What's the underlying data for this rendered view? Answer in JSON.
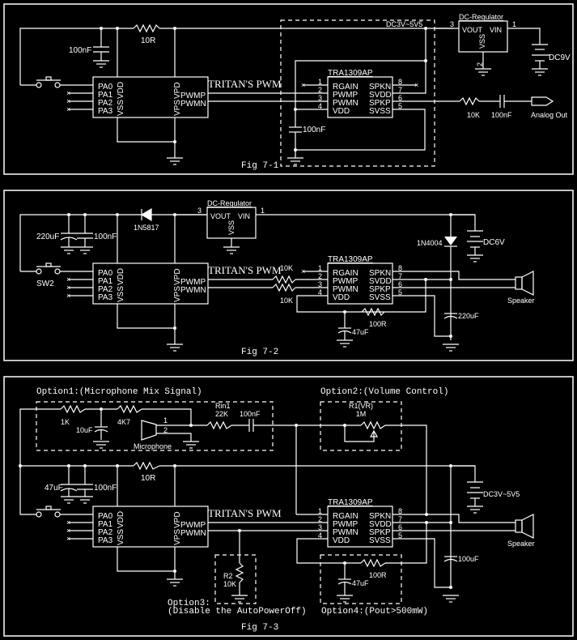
{
  "figures": [
    {
      "caption": "Fig 7-1",
      "pwm_chip": {
        "title": "TRITAN'S PWM",
        "left_pins": [
          "PA0",
          "PA1",
          "PA2",
          "PA3"
        ],
        "vert_left": [
          "VDD",
          "VSS"
        ],
        "vert_right": [
          "VPD",
          "VPS"
        ],
        "right_pins": [
          "PWMP",
          "PWMN"
        ]
      },
      "amp_chip": {
        "title": "TRA1309AP",
        "left_pins": [
          "RGAIN",
          "PWMP",
          "PWMN",
          "VDD"
        ],
        "right_pins": [
          "SPKN",
          "SVDD",
          "SPKP",
          "SVSS"
        ],
        "left_nums": [
          "1",
          "2",
          "3",
          "4"
        ],
        "right_nums": [
          "8",
          "7",
          "6",
          "5"
        ]
      },
      "regulator": {
        "title": "DC-Regulator",
        "vout": "VOUT",
        "vin": "VIN",
        "vss": "VSS",
        "pin_out": "3",
        "pin_in": "1",
        "pin_gnd": "2"
      },
      "components": {
        "cap1": "100nF",
        "res1": "10R",
        "cap2": "100nF",
        "res_out": "10K",
        "cap_out": "100nF",
        "analog_out": "Analog Out",
        "battery": "DC9V",
        "supply_label": "DC3V~5V5"
      }
    },
    {
      "caption": "Fig 7-2",
      "pwm_chip": {
        "title": "TRITAN'S PWM",
        "left_pins": [
          "PA0",
          "PA1",
          "PA2",
          "PA3"
        ],
        "vert_left": [
          "VDD",
          "VSS"
        ],
        "vert_right": [
          "VPD",
          "VPS"
        ],
        "right_pins": [
          "PWMP",
          "PWMN"
        ]
      },
      "amp_chip": {
        "title": "TRA1309AP",
        "left_pins": [
          "RGAIN",
          "PWMP",
          "PWMN",
          "VDD"
        ],
        "right_pins": [
          "SPKN",
          "SVDD",
          "SPKP",
          "SVSS"
        ],
        "left_nums": [
          "1",
          "2",
          "3",
          "4"
        ],
        "right_nums": [
          "8",
          "7",
          "6",
          "5"
        ]
      },
      "regulator": {
        "title": "DC-Regulator",
        "vout": "VOUT",
        "vin": "VIN",
        "vss": "VSS",
        "pin_out": "3",
        "pin_in": "1"
      },
      "components": {
        "cap_elec": "220uF",
        "cap1": "100nF",
        "diode1": "1N5817",
        "switch": "SW2",
        "res_a": "10K",
        "res_b": "10K",
        "diode2": "1N4004",
        "battery": "DC6V",
        "speaker": "Speaker",
        "cap_220": "220uF",
        "res_100": "100R",
        "cap_47": "47uF"
      }
    },
    {
      "caption": "Fig 7-3",
      "pwm_chip": {
        "title": "TRITAN'S PWM",
        "left_pins": [
          "PA0",
          "PA1",
          "PA2",
          "PA3"
        ],
        "vert_left": [
          "VDD",
          "VSS"
        ],
        "vert_right": [
          "VPD",
          "VPS"
        ],
        "right_pins": [
          "PWMP",
          "PWMN"
        ]
      },
      "amp_chip": {
        "title": "TRA1309AP",
        "left_pins": [
          "RGAIN",
          "PWMP",
          "PWMN",
          "VDD"
        ],
        "right_pins": [
          "SPKN",
          "SVDD",
          "SPKP",
          "SVSS"
        ],
        "left_nums": [
          "1",
          "2",
          "3",
          "4"
        ],
        "right_nums": [
          "8",
          "7",
          "6",
          "5"
        ]
      },
      "option1": {
        "title": "Option1:(Microphone Mix Signal)",
        "r1": "1K",
        "cap": "10uF",
        "r2": "4K7",
        "mic": "Microphone",
        "mic_pin1": "1",
        "mic_pin2": "2",
        "rin_name": "Rin1",
        "rin_val": "22K",
        "cap_out": "100nF"
      },
      "option2": {
        "title": "Option2:(Volume Control)",
        "vr_name": "R1(VR)",
        "vr_val": "1M"
      },
      "option3": {
        "title_line1": "Option3:",
        "title_line2": "(Disable the AutoPowerOff)",
        "r_name": "R2",
        "r_val": "10K"
      },
      "option4": {
        "title": "Option4:(Pout>500mW)",
        "res": "100R",
        "cap": "47uF"
      },
      "components": {
        "cap_elec": "47uF",
        "cap1": "100nF",
        "res1": "10R",
        "battery": "DC3V~5V5",
        "speaker": "Speaker",
        "cap_100": "100uF"
      }
    }
  ]
}
